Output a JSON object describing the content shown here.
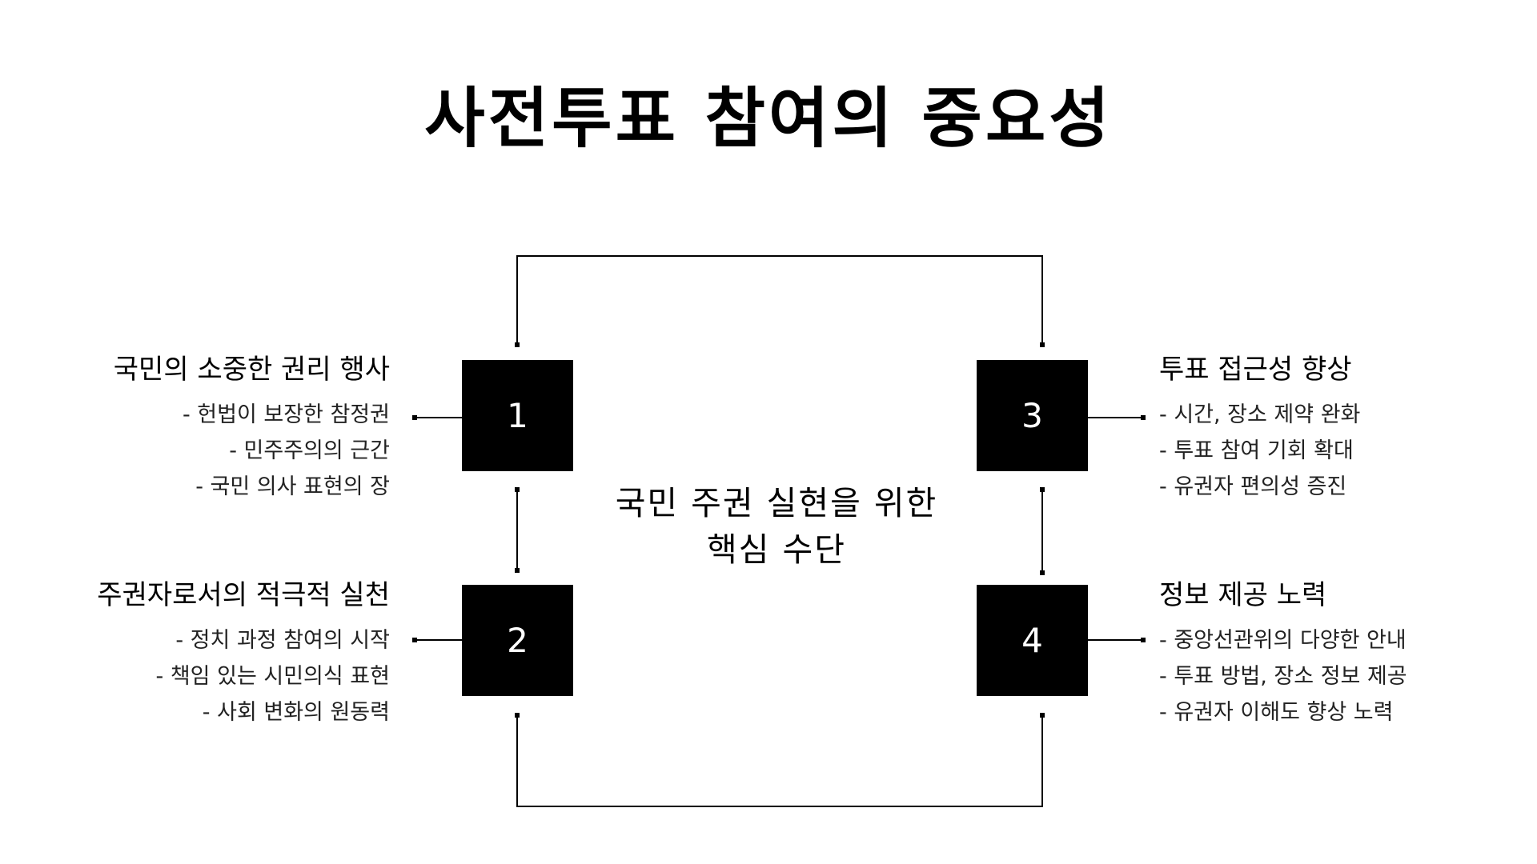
{
  "title": "사전투표 참여의 중요성",
  "center": {
    "line1": "국민 주권 실현을 위한",
    "line2": "핵심 수단"
  },
  "boxes": [
    "1",
    "2",
    "3",
    "4"
  ],
  "groups": [
    {
      "title": "국민의 소중한 권리 행사",
      "items": [
        "- 헌법이 보장한 참정권",
        "- 민주주의의 근간",
        "- 국민 의사 표현의 장"
      ]
    },
    {
      "title": "주권자로서의 적극적 실천",
      "items": [
        "- 정치 과정 참여의 시작",
        "- 책임 있는 시민의식 표현",
        "- 사회 변화의 원동력"
      ]
    },
    {
      "title": "투표 접근성 향상",
      "items": [
        "- 시간, 장소 제약 완화",
        "- 투표 참여 기회 확대",
        "- 유권자 편의성 증진"
      ]
    },
    {
      "title": "정보 제공 노력",
      "items": [
        "- 중앙선관위의 다양한 안내",
        "- 투표 방법, 장소 정보 제공",
        "- 유권자 이해도 향상 노력"
      ]
    }
  ],
  "colors": {
    "box": "#000000",
    "box_text": "#ffffff",
    "line": "#000000",
    "background": "#ffffff"
  }
}
